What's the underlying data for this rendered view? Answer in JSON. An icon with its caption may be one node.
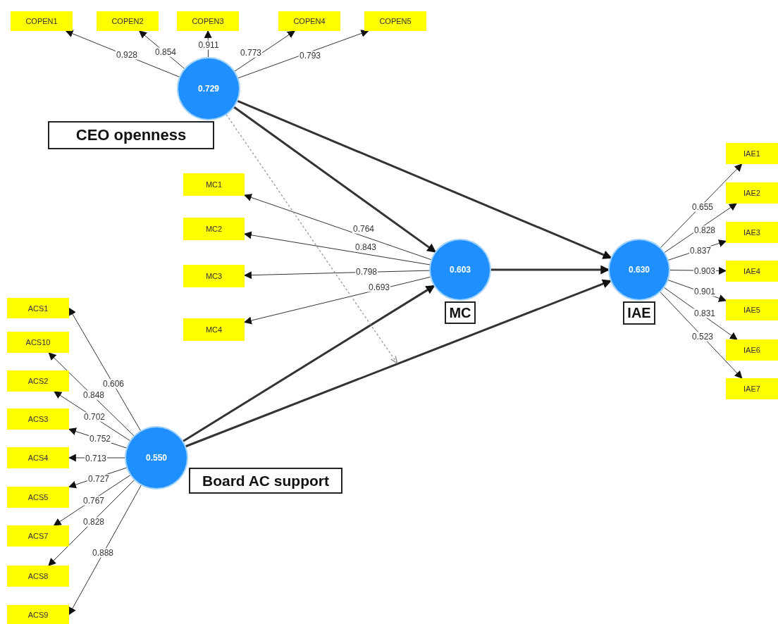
{
  "diagram": {
    "nodes": [
      {
        "text": [
          "COPEN1"
        ]
      },
      {
        "text": [
          "COPEN2"
        ]
      },
      {
        "text": [
          "COPEN3"
        ]
      },
      {
        "text": [
          "COPEN4"
        ]
      },
      {
        "text": [
          "COPEN5"
        ]
      },
      {
        "text": [
          "0.729"
        ],
        "beside": [
          "CEO openness"
        ]
      },
      {
        "text": [
          "MC1"
        ]
      },
      {
        "text": [
          "MC2"
        ]
      },
      {
        "text": [
          "MC3"
        ]
      },
      {
        "text": [
          "MC4"
        ]
      },
      {
        "text": [
          "0.603"
        ],
        "beside": [
          "MC"
        ]
      },
      {
        "text": [
          "0.630"
        ],
        "beside": [
          "IAE"
        ]
      },
      {
        "text": [
          "IAE1"
        ]
      },
      {
        "text": [
          "IAE2"
        ]
      },
      {
        "text": [
          "IAE3"
        ]
      },
      {
        "text": [
          "IAE4"
        ]
      },
      {
        "text": [
          "IAE5"
        ]
      },
      {
        "text": [
          "IAE6"
        ]
      },
      {
        "text": [
          "IAE7"
        ]
      },
      {
        "text": [
          "ACS1"
        ]
      },
      {
        "text": [
          "ACS10"
        ]
      },
      {
        "text": [
          "ACS2"
        ]
      },
      {
        "text": [
          "ACS3"
        ]
      },
      {
        "text": [
          "ACS4"
        ]
      },
      {
        "text": [
          "ACS5"
        ]
      },
      {
        "text": [
          "ACS7"
        ]
      },
      {
        "text": [
          "ACS8"
        ]
      },
      {
        "text": [
          "ACS9"
        ]
      },
      {
        "text": [
          "0.550"
        ],
        "beside": [
          "Board AC support"
        ]
      }
    ],
    "edges": [
      {
        "from": 5,
        "to": 0,
        "arrow": "to",
        "label": "0.928"
      },
      {
        "from": 5,
        "to": 1,
        "arrow": "to",
        "label": "0.854"
      },
      {
        "from": 5,
        "to": 2,
        "arrow": "to",
        "label": "0.911"
      },
      {
        "from": 5,
        "to": 3,
        "arrow": "to",
        "label": "0.773"
      },
      {
        "from": 5,
        "to": 4,
        "arrow": "to",
        "label": "0.793"
      },
      {
        "from": 10,
        "to": 6,
        "arrow": "to",
        "label": "0.764"
      },
      {
        "from": 10,
        "to": 7,
        "arrow": "to",
        "label": "0.843"
      },
      {
        "from": 10,
        "to": 8,
        "arrow": "to",
        "label": "0.798"
      },
      {
        "from": 10,
        "to": 9,
        "arrow": "to",
        "label": "0.693"
      },
      {
        "from": 11,
        "to": 12,
        "arrow": "to",
        "label": "0.655"
      },
      {
        "from": 11,
        "to": 13,
        "arrow": "to",
        "label": "0.828"
      },
      {
        "from": 11,
        "to": 14,
        "arrow": "to",
        "label": "0.837"
      },
      {
        "from": 11,
        "to": 15,
        "arrow": "to",
        "label": "0.903"
      },
      {
        "from": 11,
        "to": 16,
        "arrow": "to",
        "label": "0.901"
      },
      {
        "from": 11,
        "to": 17,
        "arrow": "to",
        "label": "0.831"
      },
      {
        "from": 11,
        "to": 18,
        "arrow": "to",
        "label": "0.523"
      },
      {
        "from": 28,
        "to": 19,
        "arrow": "to",
        "label": "0.606"
      },
      {
        "from": 28,
        "to": 20,
        "arrow": "to",
        "label": "0.848"
      },
      {
        "from": 28,
        "to": 21,
        "arrow": "to",
        "label": "0.702"
      },
      {
        "from": 28,
        "to": 22,
        "arrow": "to",
        "label": "0.752"
      },
      {
        "from": 28,
        "to": 23,
        "arrow": "to",
        "label": "0.713"
      },
      {
        "from": 28,
        "to": 24,
        "arrow": "to",
        "label": "0.727"
      },
      {
        "from": 28,
        "to": 25,
        "arrow": "to",
        "label": "0.767"
      },
      {
        "from": 28,
        "to": 26,
        "arrow": "to",
        "label": "0.828"
      },
      {
        "from": 28,
        "to": 27,
        "arrow": "to",
        "label": "0.888"
      },
      {
        "from": 5,
        "to": 10,
        "arrow": "to",
        "style": "thick"
      },
      {
        "from": 5,
        "to": 11,
        "arrow": "to",
        "style": "thick"
      },
      {
        "from": 10,
        "to": 11,
        "arrow": "to",
        "style": "thick"
      },
      {
        "from": 28,
        "to": 10,
        "arrow": "to",
        "style": "thick"
      },
      {
        "from": 28,
        "to": 11,
        "arrow": "to",
        "style": "thick"
      },
      {
        "from": 5,
        "to": null,
        "arrow": "to",
        "style": "dashed",
        "color": "#999999"
      }
    ]
  }
}
